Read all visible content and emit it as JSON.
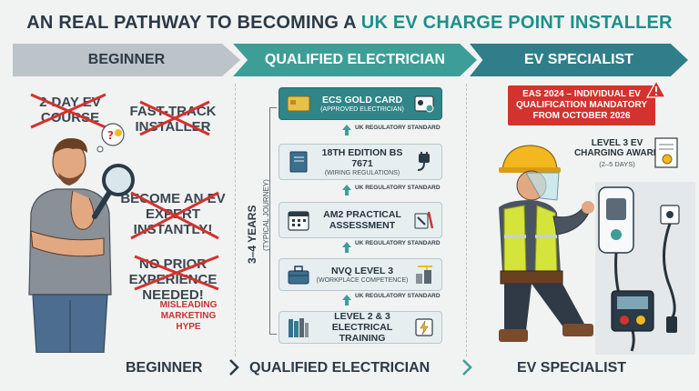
{
  "title": {
    "prefix": "AN REAL PATHWAY TO BECOMING A ",
    "highlight": "UK EV CHARGE POINT INSTALLER"
  },
  "stages": {
    "beginner": "BEGINNER",
    "qualified": "QUALIFIED ELECTRICIAN",
    "specialist": "EV SPECIALIST"
  },
  "myths": {
    "m1": "2-DAY EV COURSE",
    "m2": "FAST-TRACK INSTALLER",
    "m3": "BECOME AN EV EXPERT INSTANTLY!",
    "m4": "NO PRIOR EXPERIENCE NEEDED!"
  },
  "hype_label": "MISLEADING MARKETING HYPE",
  "journey": {
    "duration": "3–4 YEARS",
    "duration_sub": "(TYPICAL JOURNEY)"
  },
  "steps": [
    {
      "main": "ECS GOLD CARD",
      "sub": "(APPROVED ELECTRICIAN)"
    },
    {
      "main": "18TH EDITION BS 7671",
      "sub": "(WIRING REGULATIONS)"
    },
    {
      "main": "AM2 PRACTICAL ASSESSMENT",
      "sub": ""
    },
    {
      "main": "NVQ LEVEL 3",
      "sub": "(WORKPLACE COMPETENCE)"
    },
    {
      "main": "LEVEL 2 & 3 ELECTRICAL TRAINING",
      "sub": ""
    }
  ],
  "standard_label": "UK REGULATORY STANDARD",
  "eas_notice": "EAS 2024 – INDIVIDUAL EV QUALIFICATION MANDATORY FROM OCTOBER 2026",
  "award": {
    "main": "LEVEL 3 EV CHARGING AWARD",
    "sub": "(2–5 DAYS)"
  },
  "bottom": {
    "beginner": "BEGINNER",
    "qualified": "QUALIFIED ELECTRICIAN",
    "specialist": "EV SPECIALIST"
  },
  "colors": {
    "teal": "#3d9e98",
    "dark_teal": "#2f7e8a",
    "red": "#d3322e",
    "grey": "#bcc4ca",
    "vest": "#d4e43a",
    "helmet": "#f2b81e"
  }
}
